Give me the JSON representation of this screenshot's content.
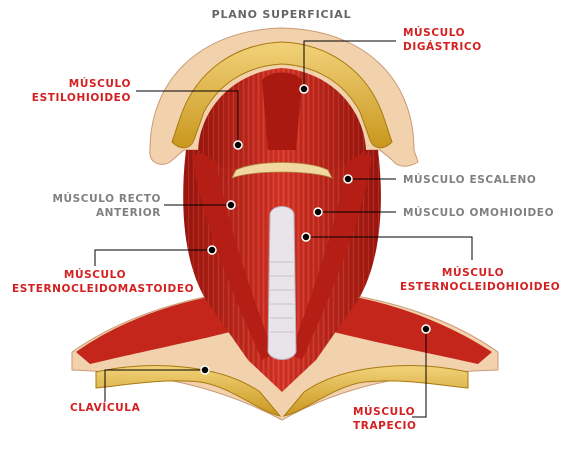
{
  "title": "PLANO SUPERFICIAL",
  "labels": {
    "digastrico": [
      "MÚSCULO",
      "DIGÁSTRICO"
    ],
    "estilohioideo": [
      "MÚSCULO",
      "ESTILOHIOIDEO"
    ],
    "escaleno": [
      "MÚSCULO ESCALENO"
    ],
    "recto_anterior": [
      "MÚSCULO RECTO",
      "ANTERIOR"
    ],
    "omohioideo": [
      "MÚSCULO OMOHIOIDEO"
    ],
    "esternocleidomastoideo": [
      "MÚSCULO",
      "ESTERNOCLEIDOMASTOIDEO"
    ],
    "esternocleidohioideo": [
      "MÚSCULO",
      "ESTERNOCLEIDOHIOIDEO"
    ],
    "clavicula": [
      "CLAVÍCULA"
    ],
    "trapecio": [
      "MÚSCULO",
      "TRAPECIO"
    ]
  },
  "colors": {
    "label_red": "#d42020",
    "label_gray": "#808080",
    "muscle": "#c4261c",
    "muscle_dark": "#8e140e",
    "bone": "#e3b94a",
    "skin": "#f2d1ad"
  }
}
